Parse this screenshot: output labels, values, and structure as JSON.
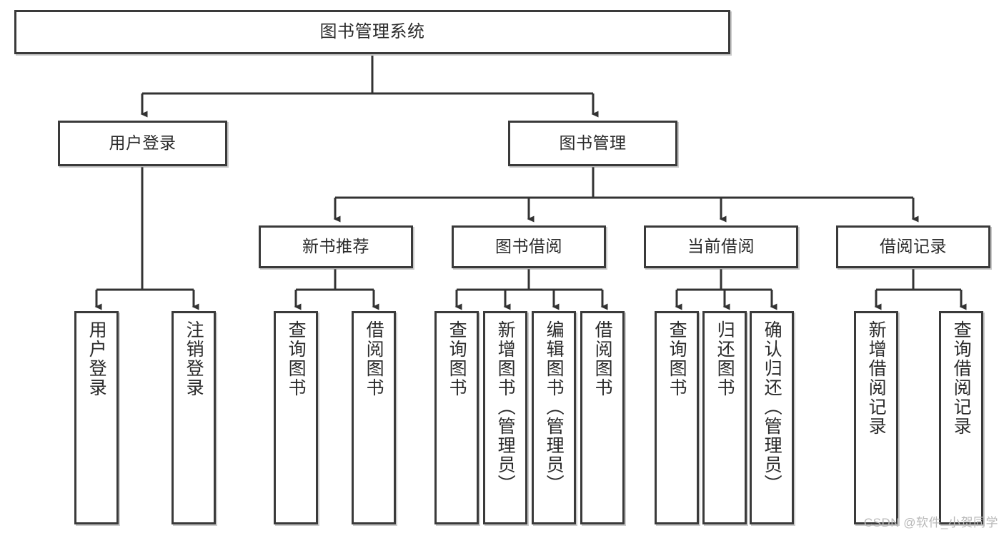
{
  "diagram": {
    "title": "图书管理系统",
    "type": "tree-hierarchy-chart",
    "colors": {
      "box_border": "#3a3a3a",
      "box_fill": "#ffffff",
      "text": "#2b2b2b",
      "edge": "#333333",
      "watermark": "#b9b9b9"
    },
    "levels": {
      "root": "图书管理系统",
      "level2": [
        "用户登录",
        "图书管理"
      ],
      "level3": [
        "新书推荐",
        "图书借阅",
        "当前借阅",
        "借阅记录"
      ]
    },
    "nodes": {
      "root": {
        "label": "图书管理系统"
      },
      "user_login": {
        "label": "用户登录"
      },
      "book_manage": {
        "label": "图书管理"
      },
      "new_book_rec": {
        "label": "新书推荐"
      },
      "book_borrow": {
        "label": "图书借阅"
      },
      "current_borrow": {
        "label": "当前借阅"
      },
      "borrow_record": {
        "label": "借阅记录"
      }
    },
    "leaves": {
      "user_login": [
        {
          "label": "用户登录"
        },
        {
          "label": "注销登录"
        }
      ],
      "new_book_rec": [
        {
          "label": "查询图书"
        },
        {
          "label": "借阅图书"
        }
      ],
      "book_borrow": [
        {
          "label": "查询图书"
        },
        {
          "label": "新增图书（管理员）"
        },
        {
          "label": "编辑图书（管理员）"
        },
        {
          "label": "借阅图书"
        }
      ],
      "current_borrow": [
        {
          "label": "查询图书"
        },
        {
          "label": "归还图书"
        },
        {
          "label": "确认归还（管理员）"
        }
      ],
      "borrow_record": [
        {
          "label": "新增借阅记录"
        },
        {
          "label": "查询借阅记录"
        }
      ]
    },
    "watermark": "CSDN @软件_小贺同学"
  }
}
